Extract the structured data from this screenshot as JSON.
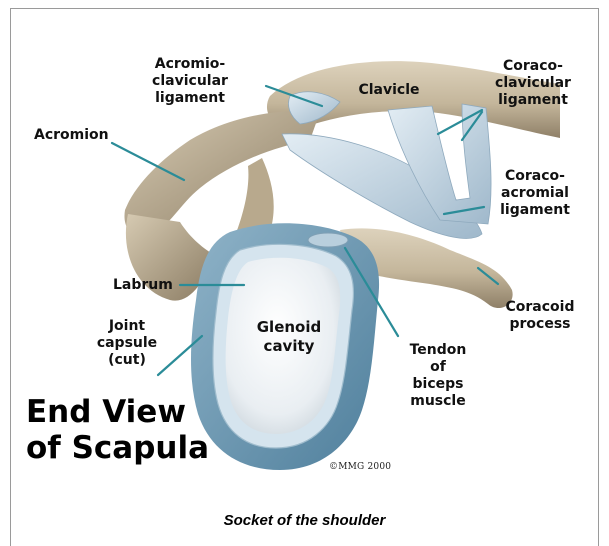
{
  "labels": {
    "acromioclavicular": "Acromio-\nclavicular\nligament",
    "clavicle": "Clavicle",
    "coracoclavicular": "Coraco-\nclavicular\nligament",
    "acromion": "Acromion",
    "coracoacromial": "Coraco-\nacromial\nligament",
    "labrum": "Labrum",
    "joint_capsule": "Joint\ncapsule\n(cut)",
    "glenoid_cavity": "Glenoid\ncavity",
    "tendon_biceps": "Tendon\nof\nbiceps\nmuscle",
    "coracoid_process": "Coracoid\nprocess"
  },
  "title": "End View\nof Scapula",
  "copyright": "©MMG 2000",
  "caption": "Socket of the shoulder",
  "colors": {
    "bone": "#c9bca4",
    "bone_shadow": "#8f8068",
    "ligament": "#b9cede",
    "capsule": "#6f98b2",
    "labrum": "#d8e6ef",
    "cavity": "#eef1f3",
    "leader_line": "#2b8c98"
  }
}
